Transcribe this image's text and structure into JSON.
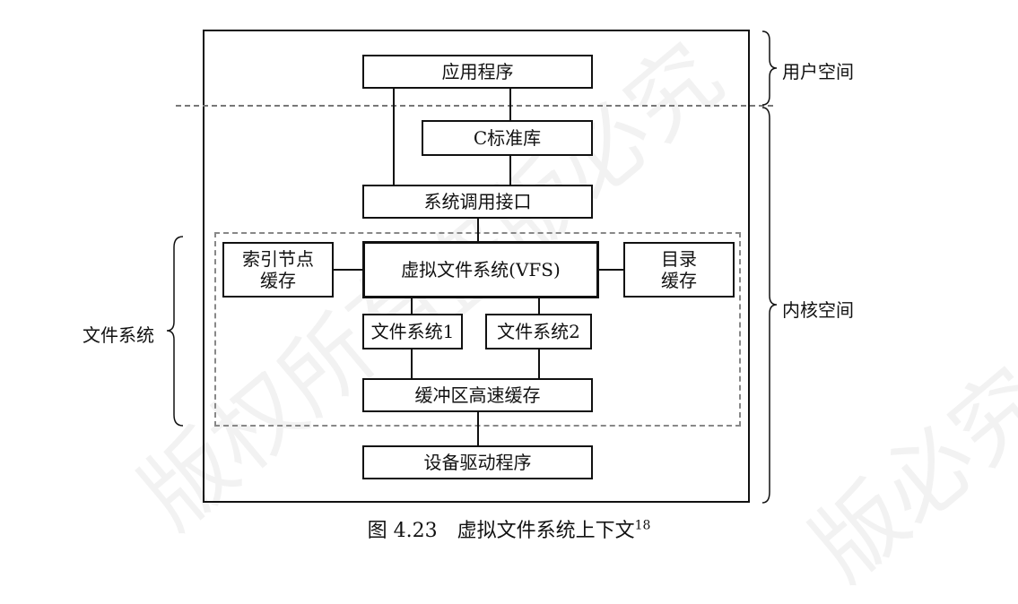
{
  "boxes": {
    "app": "应用程序",
    "clib": "C标准库",
    "syscall": "系统调用接口",
    "inode_cache_1": "索引节点",
    "inode_cache_2": "缓存",
    "vfs": "虚拟文件系统(VFS)",
    "dir_cache_1": "目录",
    "dir_cache_2": "缓存",
    "fs1": "文件系统1",
    "fs2": "文件系统2",
    "buffer_cache": "缓冲区高速缓存",
    "device_driver": "设备驱动程序"
  },
  "side_labels": {
    "user_space": "用户空间",
    "kernel_space": "内核空间",
    "file_system": "文件系统"
  },
  "caption": {
    "text": "图 4.23　虚拟文件系统上下文",
    "superscript": "18"
  },
  "watermark": {
    "text_1": "版权所有",
    "text_2": "盗版必究",
    "text_3": "版必究"
  }
}
